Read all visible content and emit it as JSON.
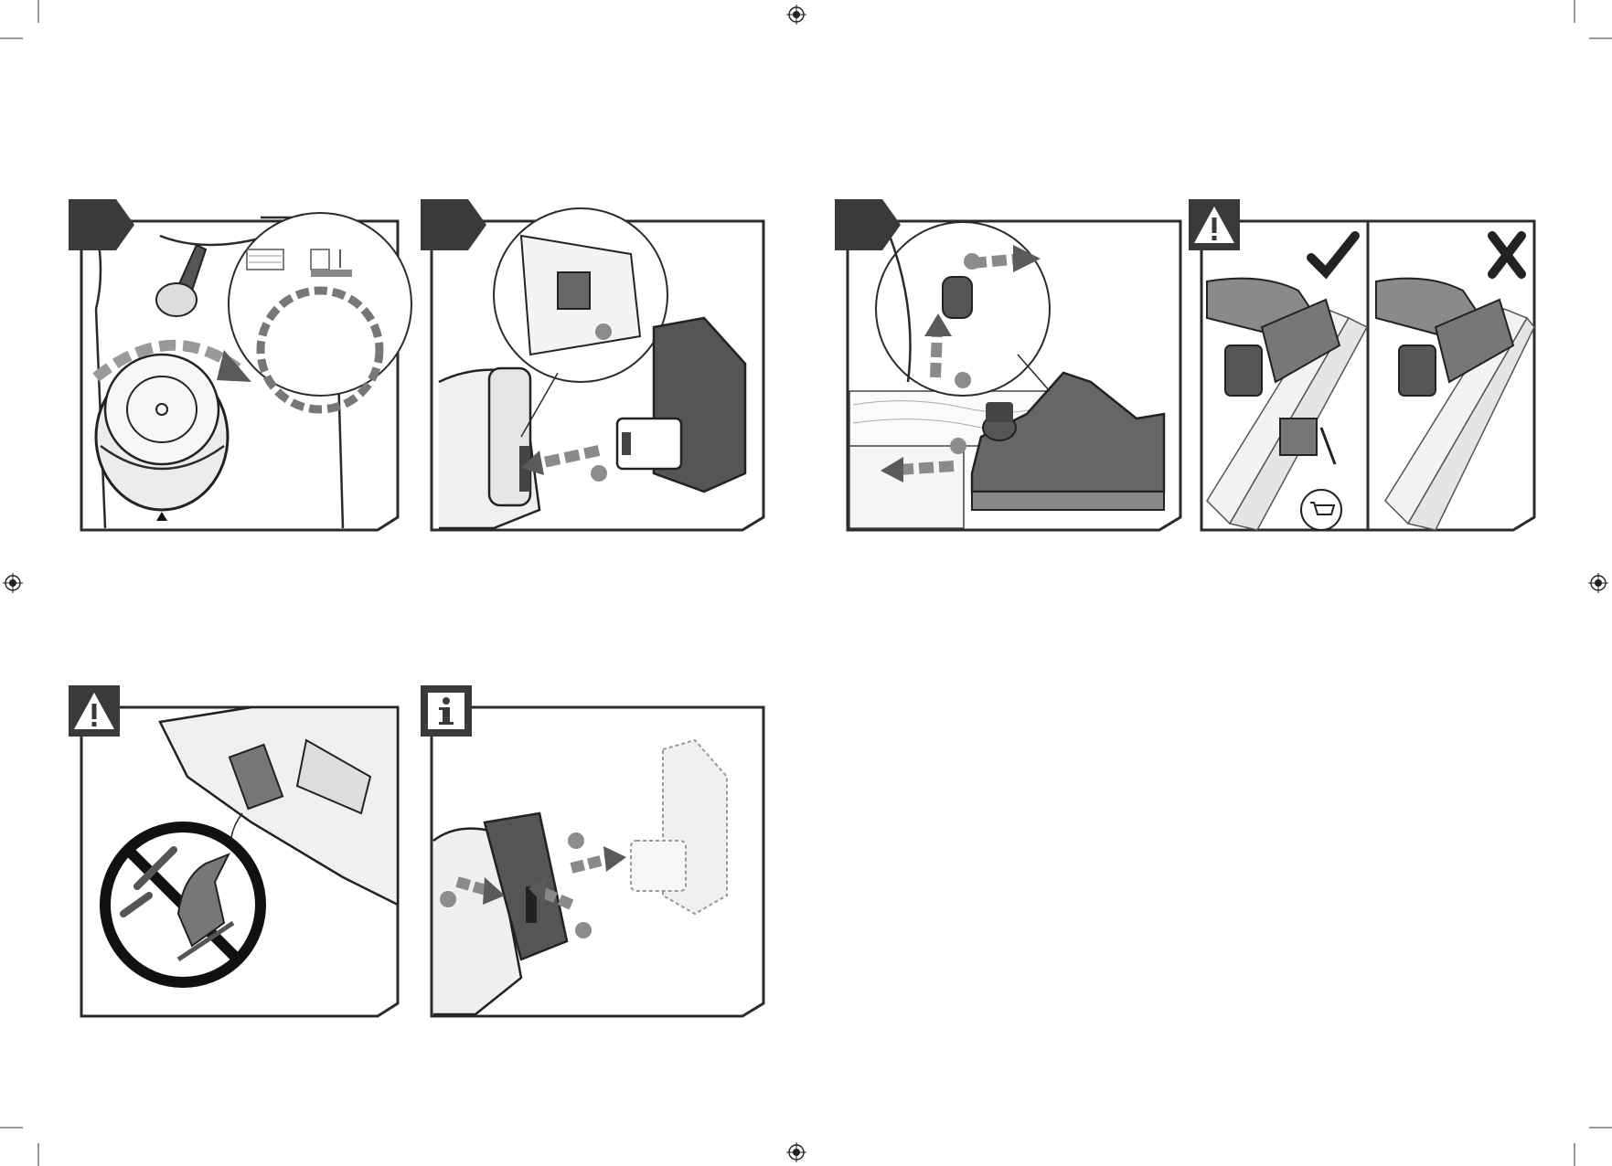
{
  "page": {
    "background": "#ffffff",
    "frame_color": "#2b2b2b",
    "tab_color": "#3a3a3a",
    "arrow_color": "#707070"
  },
  "panels": [
    {
      "id": "step-a",
      "tab": "step-arrow-tab",
      "icon": "depth-dial-illustration"
    },
    {
      "id": "step-b",
      "tab": "step-arrow-tab",
      "icon": "battery-insert-illustration"
    },
    {
      "id": "step-c",
      "tab": "step-arrow-tab",
      "icon": "switch-on-planing-illustration"
    },
    {
      "id": "warning-clamp",
      "tab": "warning-triangle-icon",
      "icon": "workpiece-clamp-illustration",
      "sub": [
        {
          "icon": "checkmark-icon"
        },
        {
          "icon": "cross-icon"
        }
      ]
    },
    {
      "id": "warning-blade",
      "tab": "warning-triangle-icon",
      "icon": "no-touch-blade-illustration"
    },
    {
      "id": "info-battery",
      "tab": "info-icon",
      "icon": "battery-remove-illustration"
    }
  ],
  "info_glyph": "i",
  "warning_glyph": "!"
}
